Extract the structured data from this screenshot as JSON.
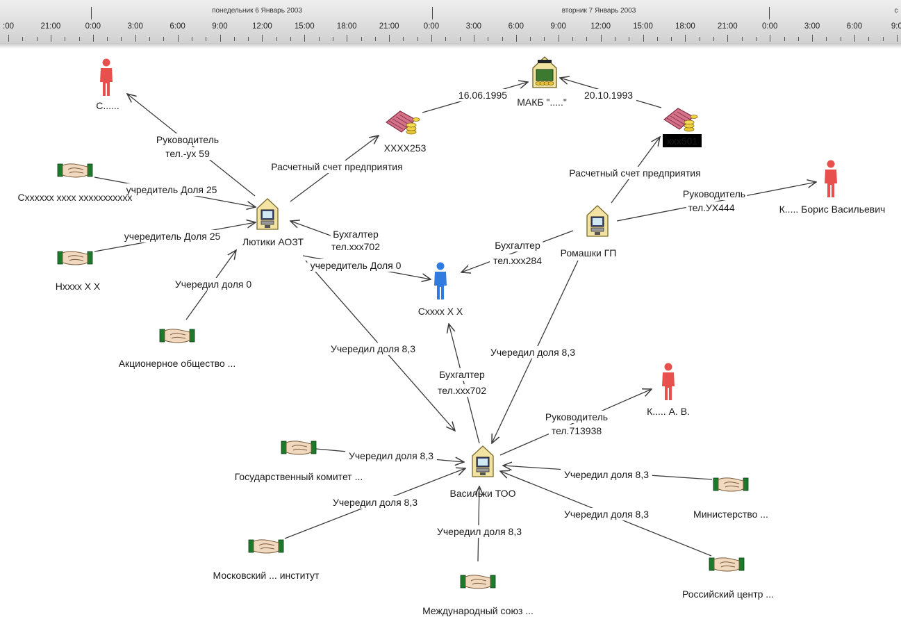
{
  "timeline": {
    "days": [
      {
        "label": "понедельник 6 Январь 2003",
        "center": 370
      },
      {
        "label": "вторник 7 Январь 2003",
        "center": 862
      },
      {
        "label": "с",
        "center": 1290
      }
    ],
    "hours": [
      ":00",
      "21:00",
      "0:00",
      "3:00",
      "6:00",
      "9:00",
      "12:00",
      "15:00",
      "18:00",
      "21:00",
      "0:00",
      "3:00",
      "6:00",
      "9:00",
      "12:00",
      "15:00",
      "18:00",
      "21:00",
      "0:00",
      "3:00",
      "6:00",
      "9:0"
    ]
  },
  "nodes": [
    {
      "id": "ltk",
      "type": "company",
      "label": "Лютики АОЗТ"
    },
    {
      "id": "rom",
      "type": "company",
      "label": "Ромашки ГП"
    },
    {
      "id": "vas",
      "type": "company",
      "label": "Васильки ТОО"
    },
    {
      "id": "makb",
      "type": "bank",
      "label": "МАКБ \".....\""
    },
    {
      "id": "acc253",
      "type": "account",
      "label": "XXXX253"
    },
    {
      "id": "acc501",
      "type": "account",
      "label": "xxx501"
    },
    {
      "id": "p_s",
      "type": "person_red",
      "label": "С......"
    },
    {
      "id": "p_kbv",
      "type": "person_red",
      "label": "К..... Борис Васильевич"
    },
    {
      "id": "p_kav",
      "type": "person_red",
      "label": "К..... А. В."
    },
    {
      "id": "p_sxx",
      "type": "person_blue",
      "label": "Сxxxx X X"
    },
    {
      "id": "h1",
      "type": "org",
      "label": "Сxxxxxx xxxx xxxxxxxxxxx"
    },
    {
      "id": "h2",
      "type": "org",
      "label": "Нxxxx X X"
    },
    {
      "id": "h3",
      "type": "org",
      "label": "Акционерное общество ..."
    },
    {
      "id": "h4",
      "type": "org",
      "label": "Государственный комитет ..."
    },
    {
      "id": "h5",
      "type": "org",
      "label": "Московский ... институт"
    },
    {
      "id": "h6",
      "type": "org",
      "label": "Международный союз ..."
    },
    {
      "id": "h7",
      "type": "org",
      "label": "Министерство ..."
    },
    {
      "id": "h8",
      "type": "org",
      "label": "Российский центр ..."
    }
  ],
  "edges": [
    {
      "from": "ltk",
      "to": "p_s",
      "label": [
        "Руководитель",
        "тел.-ух 59"
      ]
    },
    {
      "from": "h1",
      "to": "ltk",
      "label": [
        "учредитель Доля 25"
      ]
    },
    {
      "from": "h2",
      "to": "ltk",
      "label": [
        "учередитель Доля 25"
      ]
    },
    {
      "from": "h3",
      "to": "ltk",
      "label": [
        "Учередил доля 0"
      ]
    },
    {
      "from": "ltk",
      "to": "acc253",
      "label": [
        "Расчетный счет предприятия"
      ]
    },
    {
      "from": "acc253",
      "to": "makb",
      "label": [
        "16.06.1995"
      ]
    },
    {
      "from": "acc501",
      "to": "makb",
      "label": [
        "20.10.1993"
      ]
    },
    {
      "from": "rom",
      "to": "acc501",
      "label": [
        "Расчетный счет предприятия"
      ]
    },
    {
      "from": "rom",
      "to": "p_kbv",
      "label": [
        "Руководитель",
        "тел.УХ444"
      ]
    },
    {
      "from": "p_sxx",
      "to": "ltk",
      "label": [
        "Бухгалтер",
        "тел.xxx702"
      ]
    },
    {
      "from": "ltk",
      "to": "p_sxx",
      "label": [
        "учередитель Доля 0"
      ]
    },
    {
      "from": "rom",
      "to": "p_sxx",
      "label": [
        "Бухгалтер",
        "тел.xxx284"
      ]
    },
    {
      "from": "ltk",
      "to": "vas",
      "label": [
        "Учередил доля 8,3"
      ]
    },
    {
      "from": "vas",
      "to": "p_sxx",
      "label": [
        "Бухгалтер",
        "тел.xxx702"
      ]
    },
    {
      "from": "rom",
      "to": "vas",
      "label": [
        "Учередил доля 8,3"
      ]
    },
    {
      "from": "vas",
      "to": "p_kav",
      "label": [
        "Руководитель",
        "тел.713938"
      ]
    },
    {
      "from": "h4",
      "to": "vas",
      "label": [
        "Учередил доля 8,3"
      ]
    },
    {
      "from": "h5",
      "to": "vas",
      "label": [
        "Учередил доля 8,3"
      ]
    },
    {
      "from": "h6",
      "to": "vas",
      "label": [
        "Учередил доля 8,3"
      ]
    },
    {
      "from": "h7",
      "to": "vas",
      "label": [
        "Учередил доля 8,3"
      ]
    },
    {
      "from": "h8",
      "to": "vas",
      "label": [
        "Учередил доля 8,3"
      ]
    }
  ]
}
